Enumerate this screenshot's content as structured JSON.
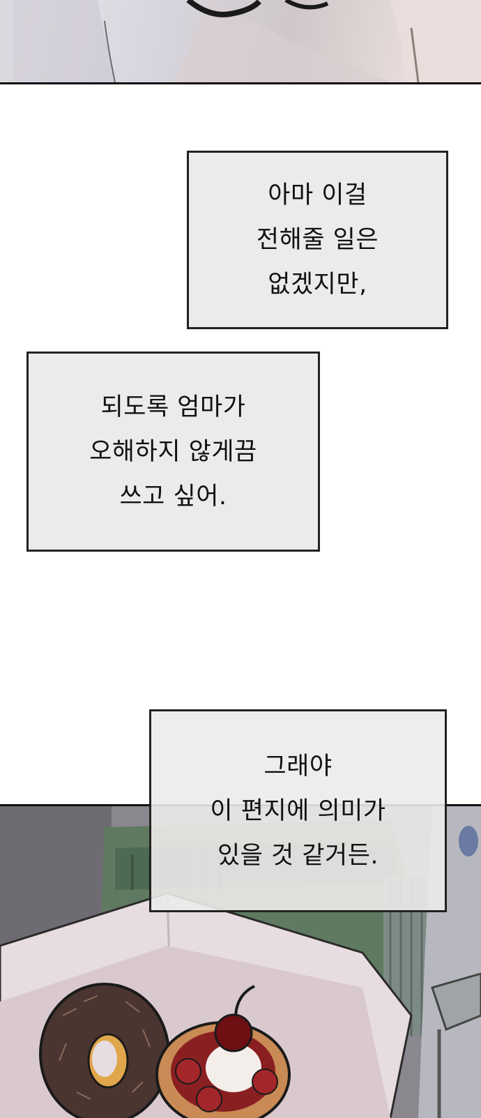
{
  "captions": [
    {
      "lines": [
        "아마 이걸",
        "전해줄 일은",
        "없겠지만,"
      ]
    },
    {
      "lines": [
        "되도록 엄마가",
        "오해하지 않게끔",
        "쓰고 싶어."
      ]
    },
    {
      "lines": [
        "그래야",
        "이 편지에 의미가",
        "있을 것 같거든."
      ]
    }
  ],
  "colors": {
    "panel_border": "#111111",
    "caption_fill": "#ecebea",
    "caption_border": "#222222",
    "text": "#111111"
  }
}
